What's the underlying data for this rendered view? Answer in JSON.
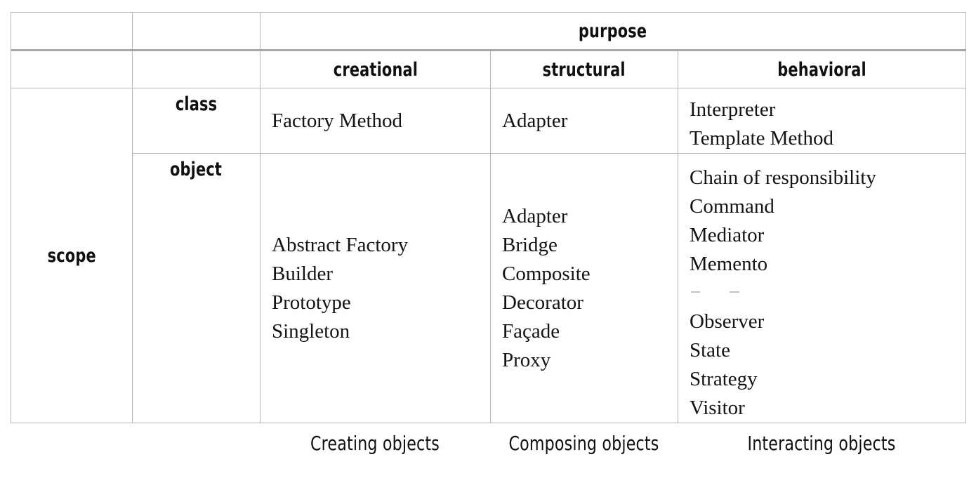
{
  "table": {
    "axis_labels": {
      "purpose": "purpose",
      "scope": "scope"
    },
    "purpose_columns": [
      "creational",
      "structural",
      "behavioral"
    ],
    "scope_rows": [
      "class",
      "object"
    ],
    "rows": [
      {
        "scope": "class",
        "creational": [
          "Factory Method"
        ],
        "structural": [
          "Adapter"
        ],
        "behavioral": [
          "Interpreter",
          "Template Method"
        ]
      },
      {
        "scope": "object",
        "creational": [
          "Abstract Factory",
          "Builder",
          "Prototype",
          "Singleton"
        ],
        "structural": [
          "Adapter",
          "Bridge",
          "Composite",
          "Decorator",
          "Façade",
          "Proxy"
        ],
        "behavioral": [
          "Chain of responsibility",
          "Command",
          "Mediator",
          "Memento",
          "",
          "Observer",
          "State",
          "Strategy",
          "Visitor"
        ]
      }
    ],
    "captions": {
      "creational": "Creating objects",
      "structural": "Composing objects",
      "behavioral": "Interacting objects"
    }
  },
  "colors": {
    "header_fill": "#d7d7d7",
    "grid_line": "#b6b6b6",
    "rule_line": "#a8a8a8",
    "text": "#141414",
    "page_background": "#ffffff"
  }
}
